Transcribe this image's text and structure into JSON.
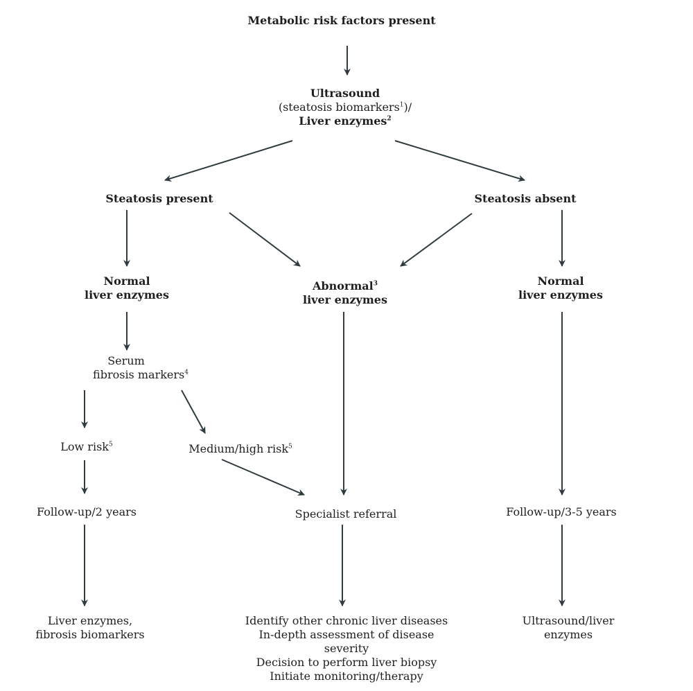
{
  "colors": {
    "arrow": "#2f3b3e",
    "text": "#1f1f1f"
  },
  "nodes": {
    "metabolic": {
      "line1": "Metabolic risk factors present"
    },
    "ultrasound": {
      "line1": "Ultrasound",
      "line2": "(steatosis biomarkers",
      "line2_sup": "1",
      "line2_end": ")/",
      "line3": "Liver enzymes",
      "line3_sup": "2"
    },
    "steatosis_present": {
      "line1": "Steatosis present"
    },
    "steatosis_absent": {
      "line1": "Steatosis absent"
    },
    "normal_left": {
      "line1": "Normal",
      "line2": "liver enzymes"
    },
    "abnormal": {
      "line1": "Abnormal",
      "line1_sup": "3",
      "line2": "liver enzymes"
    },
    "normal_right": {
      "line1": "Normal",
      "line2": "liver enzymes"
    },
    "serum": {
      "line1": "Serum",
      "line2": "fibrosis markers",
      "line2_sup": "4"
    },
    "low_risk": {
      "line1": "Low risk",
      "line1_sup": "5"
    },
    "medium_risk": {
      "line1": "Medium/high risk",
      "line1_sup": "5"
    },
    "followup_2": {
      "line1": "Follow-up/2 years"
    },
    "specialist": {
      "line1": "Specialist referral"
    },
    "followup_35": {
      "line1": "Follow-up/3-5 years"
    },
    "liver_fibrosis": {
      "line1": "Liver enzymes,",
      "line2": "fibrosis biomarkers"
    },
    "identify": {
      "line1": "Identify other chronic liver diseases",
      "line2": "In-depth assessment of disease",
      "line3": "severity",
      "line4": "Decision to perform liver biopsy",
      "line5": "Initiate monitoring/therapy"
    },
    "ultrasound_liver": {
      "line1": "Ultrasound/liver",
      "line2": "enzymes"
    }
  }
}
